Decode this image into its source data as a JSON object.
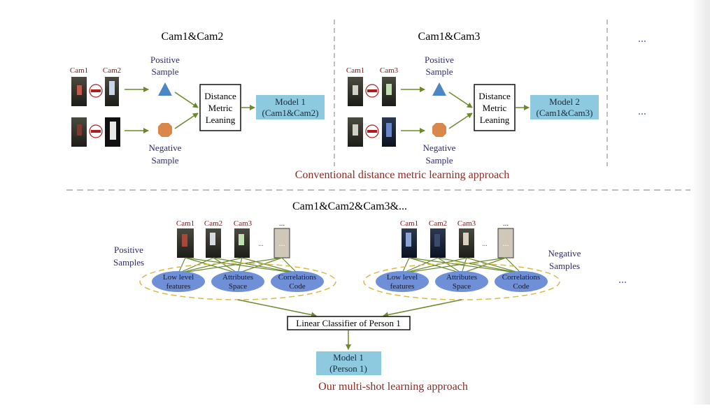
{
  "top": {
    "panel1": {
      "title": "Cam1&Cam2",
      "cam_a": "Cam1",
      "cam_b": "Cam2",
      "positive": [
        "Positive",
        "Sample"
      ],
      "negative": [
        "Negative",
        "Sample"
      ],
      "dml": [
        "Distance",
        "Metric",
        "Leaning"
      ],
      "model": [
        "Model 1",
        "(Cam1&Cam2)"
      ]
    },
    "panel2": {
      "title": "Cam1&Cam3",
      "cam_a": "Cam1",
      "cam_b": "Cam3",
      "positive": [
        "Positive",
        "Sample"
      ],
      "negative": [
        "Negative",
        "Sample"
      ],
      "dml": [
        "Distance",
        "Metric",
        "Leaning"
      ],
      "model": [
        "Model 2",
        "(Cam1&Cam3)"
      ]
    },
    "ellipsis_1": "...",
    "ellipsis_2": "...",
    "caption": "Conventional distance metric learning approach"
  },
  "bottom": {
    "title": "Cam1&Cam2&Cam3&...",
    "positive_label": [
      "Positive",
      "Samples"
    ],
    "negative_label": [
      "Negative",
      "Samples"
    ],
    "cams": [
      "Cam1",
      "Cam2",
      "Cam3",
      "..."
    ],
    "dots_between": "...",
    "box_dots": "...",
    "features": [
      [
        "Low level",
        "features"
      ],
      [
        "Attributes",
        "Space"
      ],
      [
        "Correlations",
        "Code"
      ]
    ],
    "classifier": "Linear Classifier of Person 1",
    "model": [
      "Model 1",
      "(Person 1)"
    ],
    "ellipsis": "...",
    "caption": "Our multi-shot learning approach"
  },
  "colors": {
    "cam_label": "#7a1a1a",
    "sample_label": "#2e2a6e",
    "arrow": "#6a8a2a",
    "triangle": "#4a86c8",
    "octagon": "#d9874a",
    "model_fill": "#8ecadf",
    "feature_fill": "#6f8fd6",
    "dashed_ellipse": "#d8b84a",
    "caption": "#8a2a22",
    "divider": "#aaaaaa",
    "no_sign": "#b11a1a"
  }
}
